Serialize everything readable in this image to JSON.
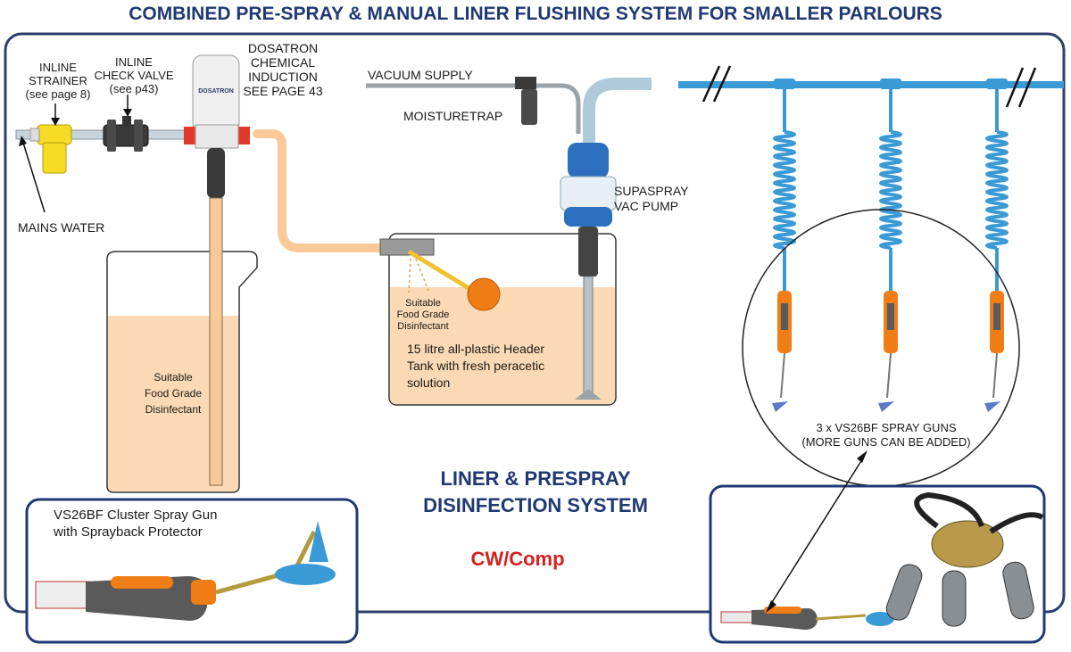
{
  "title": "COMBINED PRE-SPRAY & MANUAL LINER FLUSHING SYSTEM FOR SMALLER PARLOURS",
  "labels": {
    "inline_strainer": [
      "INLINE",
      "STRAINER",
      "(see page 8)"
    ],
    "check_valve": [
      "INLINE",
      "CHECK VALVE",
      "(see p43)"
    ],
    "dosatron": [
      "DOSATRON",
      "CHEMICAL",
      "INDUCTION",
      "SEE PAGE 43"
    ],
    "mains_water": "MAINS WATER",
    "vacuum_supply": "VACUUM SUPPLY",
    "moisture_trap": "MOISTURETRAP",
    "supaspray": [
      "SUPASPRAY",
      "VAC PUMP"
    ],
    "disinfectant_container": [
      "Suitable",
      "Food Grade",
      "Disinfectant"
    ],
    "disinfectant_tank": [
      "Suitable",
      "Food Grade",
      "Disinfectant"
    ],
    "header_tank": [
      "15 litre all-plastic Header",
      "Tank with fresh peracetic",
      "solution"
    ],
    "spray_guns": [
      "3 x VS26BF SPRAY GUNS",
      "(MORE GUNS CAN BE ADDED)"
    ],
    "system_name": [
      "LINER & PRESPRAY",
      "DISINFECTION SYSTEM"
    ],
    "reference": "CW/Comp",
    "cluster_gun": [
      "VS26BF Cluster Spray Gun",
      "with Sprayback Protector"
    ]
  },
  "logo_text": "DOSATRON",
  "colors": {
    "title": "#1f3a73",
    "frame": "#2b3f6c",
    "reference": "#d62020",
    "liquid": "#fbd9b4",
    "tube": "#f9c99a",
    "blue_hose": "#3a9ad6",
    "orange": "#f07d16"
  }
}
